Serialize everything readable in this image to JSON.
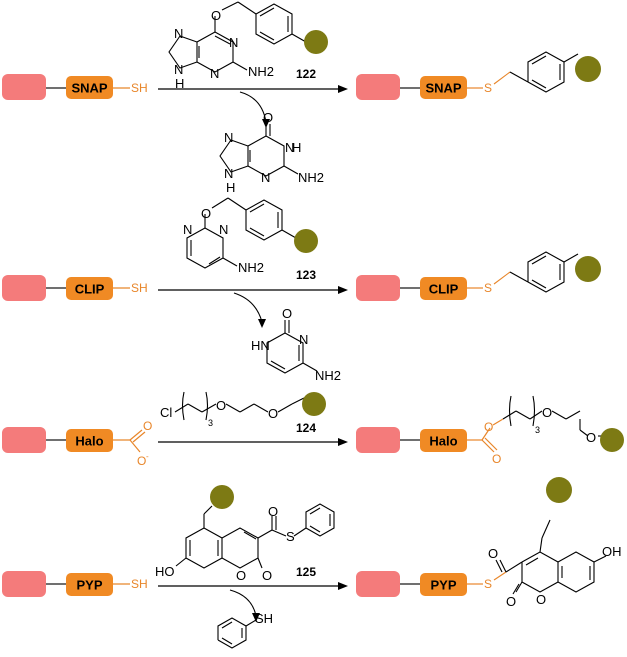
{
  "colors": {
    "pink": "#F47B7B",
    "orange": "#F08A24",
    "olive": "#7D7A14",
    "bond": "#1a1a1a",
    "orange_text": "#E8862A"
  },
  "reactions": [
    {
      "tag": "SNAP",
      "reactive_group": "SH",
      "compound_number": "122",
      "product_link": "S",
      "substrate_labels": [
        "N",
        "N",
        "N",
        "N",
        "H",
        "NH2",
        "O"
      ],
      "byproduct_labels": [
        "O",
        "N",
        "N",
        "N",
        "N",
        "H",
        "H",
        "NH2"
      ]
    },
    {
      "tag": "CLIP",
      "reactive_group": "SH",
      "compound_number": "123",
      "product_link": "S",
      "substrate_labels": [
        "O",
        "N",
        "N",
        "NH2"
      ],
      "byproduct_labels": [
        "O",
        "HN",
        "N",
        "NH2"
      ]
    },
    {
      "tag": "Halo",
      "reactive_group_carbonyl": "O",
      "reactive_group_anion": "O-",
      "compound_number": "124",
      "substrate_labels": [
        "Cl",
        "3",
        "O",
        "O"
      ],
      "product_labels": [
        "O",
        "O",
        "3",
        "O",
        "O"
      ]
    },
    {
      "tag": "PYP",
      "reactive_group": "SH",
      "compound_number": "125",
      "product_link": "S",
      "substrate_labels": [
        "S",
        "O",
        "HO",
        "O",
        "O"
      ],
      "byproduct_labels": [
        "SH"
      ],
      "product_labels": [
        "O",
        "OH",
        "O",
        "O"
      ]
    }
  ]
}
